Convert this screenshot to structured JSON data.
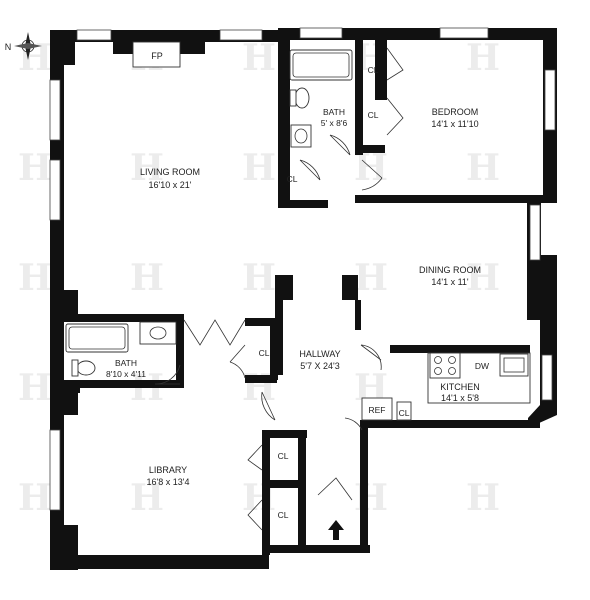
{
  "compass": {
    "label": "N",
    "icon": "compass-rose-icon"
  },
  "fireplace": {
    "label": "FP"
  },
  "rooms": {
    "living_room": {
      "name": "LIVING ROOM",
      "size": "16'10 x 21'"
    },
    "bath_top": {
      "name": "BATH",
      "size": "5' x 8'6"
    },
    "bedroom": {
      "name": "BEDROOM",
      "size": "14'1 x 11'10"
    },
    "dining_room": {
      "name": "DINING ROOM",
      "size": "14'1 x 11'"
    },
    "bath_left": {
      "name": "BATH",
      "size": "8'10 x 4'11"
    },
    "hallway": {
      "name": "HALLWAY",
      "size": "5'7 X 24'3"
    },
    "kitchen": {
      "name": "KITCHEN",
      "size": "14'1 x 5'8"
    },
    "library": {
      "name": "LIBRARY",
      "size": "16'8 x 13'4"
    }
  },
  "closets": {
    "cl": "CL"
  },
  "appliances": {
    "dishwasher": "DW",
    "refrigerator": "REF"
  },
  "entry_arrow": {
    "icon": "entry-arrow-icon"
  }
}
